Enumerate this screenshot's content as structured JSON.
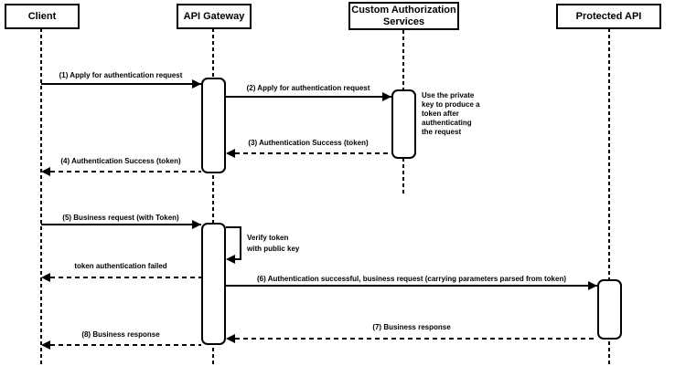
{
  "colors": {
    "stroke": "#000000",
    "fill": "#ffffff",
    "background": "#ffffff"
  },
  "participants": [
    {
      "id": "client",
      "label": "Client"
    },
    {
      "id": "api-gateway",
      "label": "API Gateway"
    },
    {
      "id": "custom-authorization-services",
      "label": "Custom Authorization\nServices"
    },
    {
      "id": "protected-api",
      "label": "Protected API"
    }
  ],
  "messages": [
    {
      "seq": "1",
      "label": "(1) Apply for authentication request",
      "from": "Client",
      "to": "API Gateway",
      "style": "solid"
    },
    {
      "seq": "2",
      "label": "(2) Apply for authentication request",
      "from": "API Gateway",
      "to": "Custom Authorization Services",
      "style": "solid"
    },
    {
      "seq": "3",
      "label": "(3) Authentication Success (token)",
      "from": "Custom Authorization Services",
      "to": "API Gateway",
      "style": "dashed"
    },
    {
      "seq": "4",
      "label": "(4) Authentication Success (token)",
      "from": "API Gateway",
      "to": "Client",
      "style": "dashed"
    },
    {
      "seq": "5",
      "label": "(5) Business request (with Token)",
      "from": "Client",
      "to": "API Gateway",
      "style": "solid"
    },
    {
      "seq": "self",
      "label": "Verify token\nwith public key",
      "from": "API Gateway",
      "to": "API Gateway",
      "style": "self"
    },
    {
      "seq": "",
      "label": "token authentication failed",
      "from": "API Gateway",
      "to": "Client",
      "style": "dashed"
    },
    {
      "seq": "6",
      "label": "(6) Authentication successful, business request (carrying parameters parsed from token)",
      "from": "API Gateway",
      "to": "Protected API",
      "style": "solid"
    },
    {
      "seq": "7",
      "label": "(7) Business response",
      "from": "Protected API",
      "to": "API Gateway",
      "style": "dashed"
    },
    {
      "seq": "8",
      "label": "(8) Business response",
      "from": "API Gateway",
      "to": "Client",
      "style": "dashed"
    }
  ],
  "notes": [
    {
      "attached_to": "Custom Authorization Services",
      "label": "Use the private\nkey to produce a\ntoken after\nauthenticating\nthe request"
    }
  ]
}
